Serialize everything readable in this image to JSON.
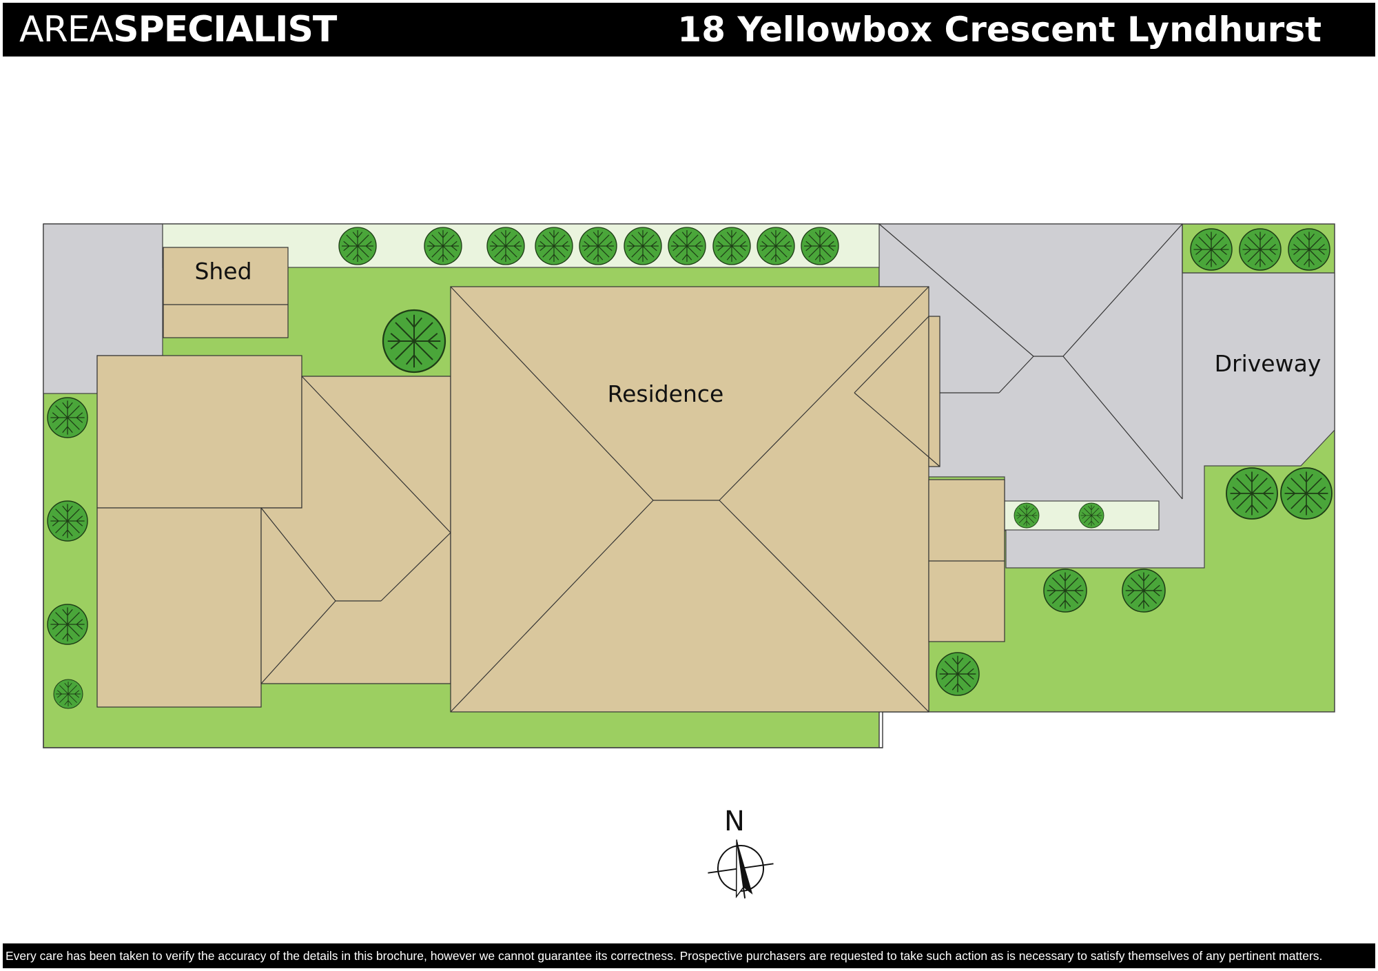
{
  "header": {
    "brand_light": "AREA",
    "brand_bold": "SPECIALIST",
    "address": "18 Yellowbox Crescent Lyndhurst"
  },
  "labels": {
    "shed": "Shed",
    "residence": "Residence",
    "driveway": "Driveway",
    "north": "N"
  },
  "footer": {
    "disclaimer": "Every care has been taken to verify the accuracy of the details in this brochure, however we cannot guarantee its correctness. Prospective purchasers are requested to take such action as is necessary to satisfy themselves of any pertinent matters."
  },
  "colors": {
    "lawn": "#9ccf61",
    "paving": "#cfcfd3",
    "path": "#eaf4de",
    "roof": "#d9c79d",
    "tree": "#4aa63a"
  }
}
